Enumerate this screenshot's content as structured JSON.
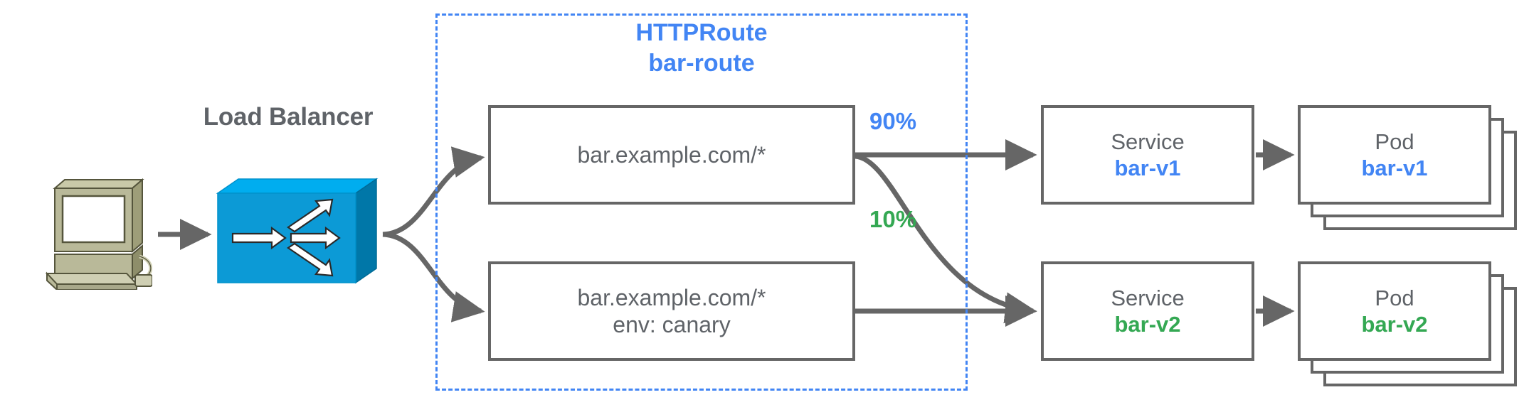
{
  "diagram": {
    "title": "HTTPRoute traffic split bar-route",
    "colors": {
      "blue": "#4285F4",
      "green": "#34A853",
      "gray_text": "#5F6368",
      "gray_stroke": "#666666",
      "lb_blue": "#0C9AD6",
      "computer_beige": "#B5B58C"
    }
  },
  "client": {
    "icon": "desktop-computer-icon"
  },
  "load_balancer": {
    "label": "Load Balancer",
    "icon": "load-balancer-switch-icon"
  },
  "httproute": {
    "kind_label": "HTTPRoute",
    "name": "bar-route",
    "boundary": "dashed"
  },
  "rules": [
    {
      "id": "rule-primary",
      "match_line1": "bar.example.com/*",
      "match_line2": "",
      "weights": [
        {
          "value": "90%",
          "color": "#4285F4",
          "target": "bar-v1"
        },
        {
          "value": "10%",
          "color": "#34A853",
          "target": "bar-v2"
        }
      ]
    },
    {
      "id": "rule-canary",
      "match_line1": "bar.example.com/*",
      "match_line2": "env: canary",
      "weights": []
    }
  ],
  "services": [
    {
      "kind": "Service",
      "name": "bar-v1",
      "color": "#4285F4"
    },
    {
      "kind": "Service",
      "name": "bar-v2",
      "color": "#34A853"
    }
  ],
  "pods": [
    {
      "kind": "Pod",
      "name": "bar-v1",
      "color": "#4285F4",
      "replicas": 3
    },
    {
      "kind": "Pod",
      "name": "bar-v2",
      "color": "#34A853",
      "replicas": 3
    }
  ],
  "edges": [
    {
      "from": "client",
      "to": "load-balancer",
      "style": "straight-arrow"
    },
    {
      "from": "load-balancer",
      "to": "rule-primary",
      "style": "curved-arrow"
    },
    {
      "from": "load-balancer",
      "to": "rule-canary",
      "style": "curved-arrow"
    },
    {
      "from": "rule-primary",
      "to": "service-bar-v1",
      "style": "straight-arrow",
      "label": "90%"
    },
    {
      "from": "rule-primary",
      "to": "service-bar-v2",
      "style": "curved-arrow",
      "label": "10%"
    },
    {
      "from": "rule-canary",
      "to": "service-bar-v2",
      "style": "straight-arrow"
    },
    {
      "from": "service-bar-v1",
      "to": "pod-bar-v1",
      "style": "straight-arrow"
    },
    {
      "from": "service-bar-v2",
      "to": "pod-bar-v2",
      "style": "straight-arrow"
    }
  ]
}
